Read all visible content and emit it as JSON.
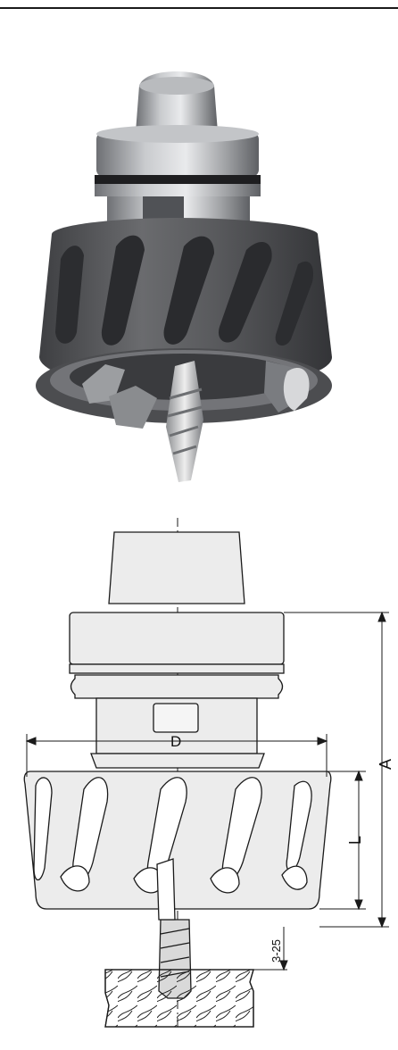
{
  "diagram": {
    "labels": {
      "D": "D",
      "A": "A",
      "L": "L",
      "cut_depth": "3-25"
    }
  },
  "colors": {
    "tool_body": "#4f4f52",
    "shank_metal": "#a9abae",
    "line_art_fill": "#ececec",
    "line": "#1a1a1a"
  }
}
